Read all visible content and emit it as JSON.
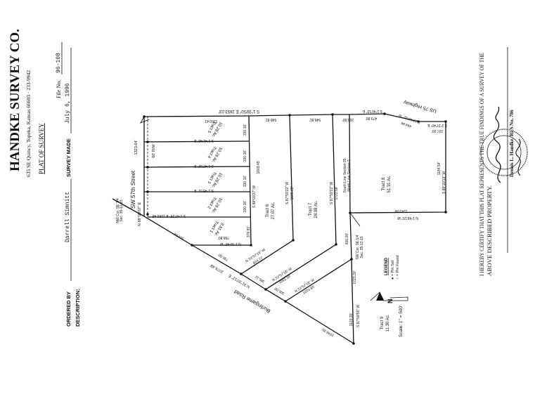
{
  "header": {
    "company": "HANDKE SURVEY CO.",
    "address": "635 SE Quincy, Topeka, Kansas 66603 · 233-9942",
    "plat_title": "PLAT OF SURVEY",
    "file_no_label": "File No.",
    "file_no": "96-108",
    "ordered_by_label": "ORDERED BY",
    "ordered_by": "Darrell Simnitt",
    "survey_made_label": "SURVEY MADE",
    "survey_made": "July 6, 1996",
    "description_label": "DESCRIPTION:"
  },
  "plat": {
    "labels": [
      "Tract 5",
      "10.28 Ac.",
      "Tract 4",
      "10.28 Ac.",
      "Tract 3",
      "10.28 Ac.",
      "Tract 2",
      "10.28 Ac.",
      "Tract 1",
      "9.81 Ac.",
      "Tract 6",
      "27.07 Ac.",
      "Tract 7",
      "28.98 Ac.",
      "Tract 8",
      "51.31 Ac.",
      "Tract 9",
      "11.30 Ac.",
      "SW 57th Street",
      "N 88°00'57\" E",
      "1323.64'",
      "60' R/W",
      "US 75 Highway",
      "Burlingame Road",
      "S 1°39'50\" E   2653.03'",
      "1350.41'",
      "S 1°41'46\" E",
      "S 1°47'38\" E",
      "S 1°45'31\" E",
      "S 1°47'25\" E   1263.48'",
      "330.16'",
      "330.16'",
      "330.16'",
      "330.16'",
      "S 88°03'37\" W",
      "1609.45'",
      "S 87°59'22\" W",
      "1605.69'",
      "S 87°59'22\" W",
      "1722.58'",
      "548.81'",
      "548.81'",
      "200.00'",
      "South Line Section 35",
      "North Line Section 2",
      "S 1°41'52\" E",
      "479.86'",
      "S 13°50'02\" W",
      "494.86'",
      "S 1°27'40\" E",
      "337.00'",
      "S 88°20'19\" W",
      "1184.54'",
      "N 1°46'15\" W",
      "1243.66'",
      "600.00'",
      "SW Cor. SE 1/4",
      "Sec. 35-12-15",
      "NW Cor. SE 1/4",
      "Sec. 35-12-15",
      "S 87°58'55\" W",
      "1723.30'",
      "1123.30'",
      "N 31°20'12\" E",
      "2076.49'",
      "730.00'",
      "395.11'",
      "300.00'",
      "N 33°57'16\" W",
      "824.77'",
      "N 33°57'16\" W",
      "1092.39'",
      "N 33°57'16\" W",
      "1033.80'",
      "1049.35'",
      "N 1°30'48\" W",
      "758.80'",
      "378.81'",
      "314.04'"
    ],
    "legend": {
      "title": "LEGEND",
      "pin_set": "● = Pin Set",
      "pin_found": "○ = Pin Found"
    },
    "north_label": "N",
    "scale": "Scale: 1\" = 500'"
  },
  "certification": {
    "line1": "I HEREBY CERTIFY THAT THIS PLAT REPRESENTS THE TRUE FINDINGS OF A SURVEY OF THE",
    "line2": "ABOVE DESCRIBED PROPERTY.",
    "surveyor": "Dennis L. Handke, RLS No. 786",
    "seal_text": "DENNIS L. HANDKE · REGISTERED LAND SURVEYOR · KANSAS"
  }
}
